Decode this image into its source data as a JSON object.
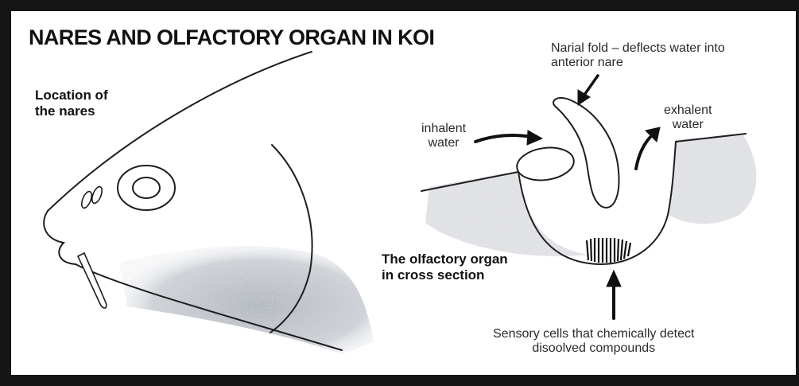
{
  "title": "NARES AND OLFACTORY ORGAN IN KOI",
  "labels": {
    "location_of_nares": [
      "Location of",
      "the nares"
    ],
    "narial_fold": [
      "Narial fold – deflects water into",
      "anterior nare"
    ],
    "inhalent_water": [
      "inhalent",
      "water"
    ],
    "exhalent_water": [
      "exhalent",
      "water"
    ],
    "olfactory_organ": [
      "The olfactory organ",
      "in cross section"
    ],
    "sensory_cells": [
      "Sensory cells that chemically detect",
      "disoolved compounds"
    ]
  },
  "colors": {
    "frame": "#151515",
    "shading": "#b9bdc4",
    "ink": "#1e1e1e"
  }
}
